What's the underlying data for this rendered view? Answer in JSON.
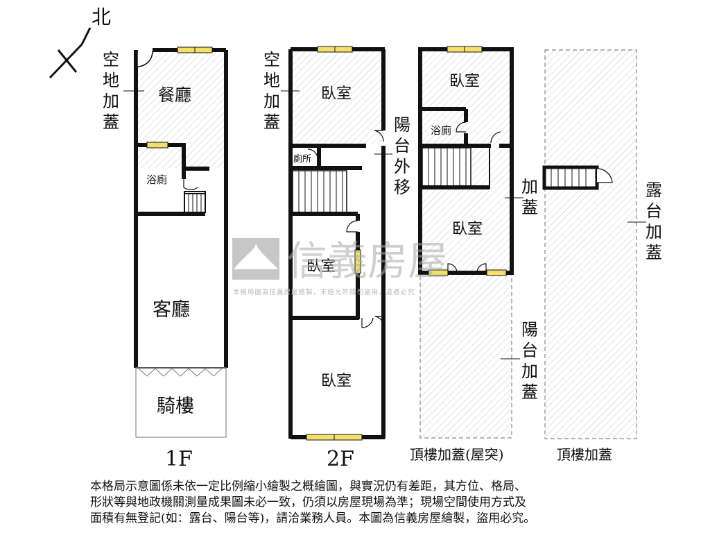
{
  "compass": {
    "north": "北"
  },
  "floors": {
    "f1": {
      "label": "1F",
      "rooms": {
        "dining": "餐廳",
        "bath": "浴廁",
        "living": "客廳",
        "arcade": "騎樓"
      },
      "annotation": [
        "空",
        "地",
        "加",
        "蓋"
      ]
    },
    "f2": {
      "label": "2F",
      "rooms": {
        "bedroom_top": "臥室",
        "toilet": "廁所",
        "bedroom_mid": "臥室",
        "bedroom_bottom": "臥室"
      },
      "annotation_left": [
        "空",
        "地",
        "加",
        "蓋"
      ],
      "annotation_right": [
        "陽",
        "台",
        "外",
        "移"
      ]
    },
    "f3": {
      "label": "頂樓加蓋(屋突)",
      "rooms": {
        "bedroom_top": "臥室",
        "bath": "浴廁",
        "bedroom_mid": "臥室"
      },
      "annotation_addition": [
        "加",
        "蓋"
      ],
      "annotation_balcony": [
        "陽",
        "台",
        "加",
        "蓋"
      ]
    },
    "f4": {
      "label": "頂樓加蓋",
      "annotation": [
        "露",
        "台",
        "加",
        "蓋"
      ]
    }
  },
  "watermark": {
    "brand": "信義房屋",
    "notice": "本格局圖為信義房屋繪製，未經允許請勿盜用，違者必究"
  },
  "notes": [
    "本格局示意圖係未依一定比例縮小繪製之概繪圖，與實況仍有差距，其方位、格局、",
    "形狀等與地政機關測量成果圖未必一致，仍須以房屋現場為準；現場空間使用方式及",
    "面積有無登記(如：露台、陽台等)，請洽業務人員。本圖為信義房屋繪製，盜用必究。"
  ]
}
